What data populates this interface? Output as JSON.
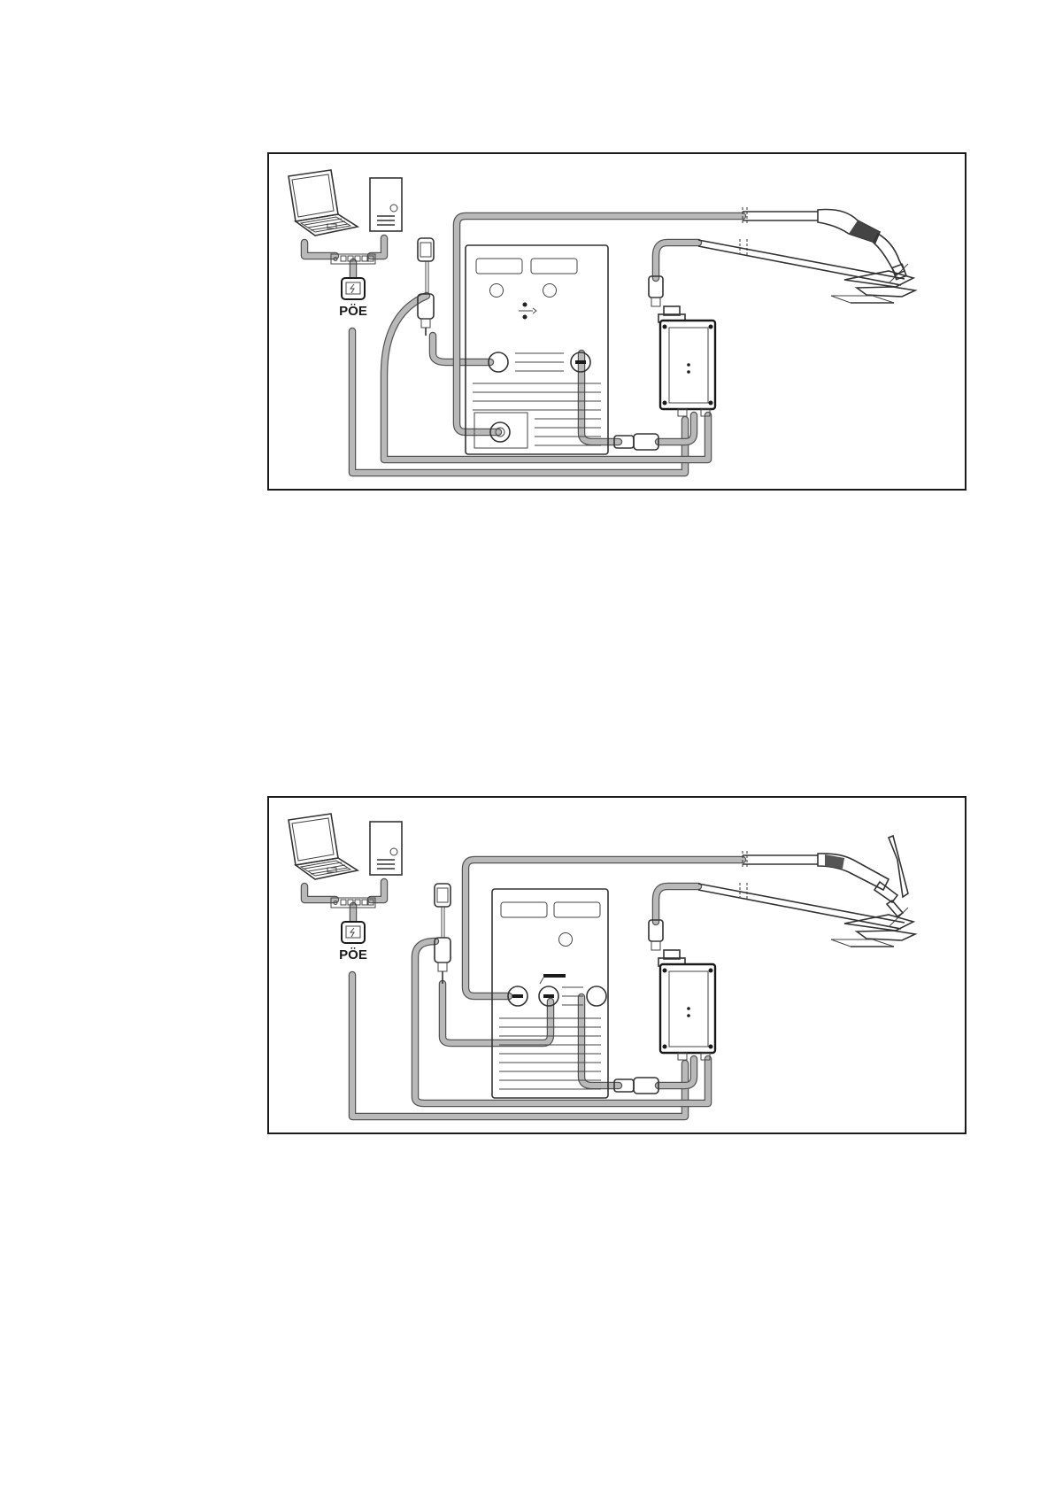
{
  "figures": [
    {
      "id": "fig1",
      "poe_label": "PÖE"
    },
    {
      "id": "fig2",
      "poe_label": "PÖE"
    }
  ],
  "colors": {
    "cable": "#b9b9b9",
    "outline": "#1a1a1a",
    "panel": "#f7f7f7",
    "display": "#a8a8a8"
  },
  "icons": [
    "laptop-icon",
    "server-tower-icon",
    "network-switch-icon",
    "poe-injector-icon",
    "welding-power-source-icon",
    "sensor-box-icon",
    "mig-torch-icon",
    "tig-torch-icon",
    "ground-clamp-icon",
    "workpiece-icon",
    "gas-connector-icon"
  ],
  "footer": {
    "page_mark": ""
  }
}
